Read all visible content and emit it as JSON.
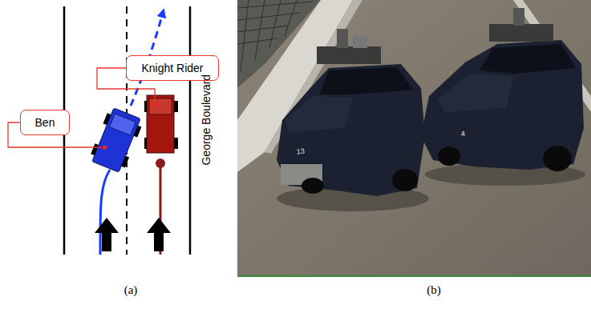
{
  "diagram": {
    "nodes": [
      {
        "text": [
          "Knight Rider"
        ]
      },
      {
        "text": [
          "Ben"
        ]
      }
    ],
    "labels": [
      "George Boulevard",
      "13",
      "4",
      "(a)",
      "(b)"
    ]
  }
}
